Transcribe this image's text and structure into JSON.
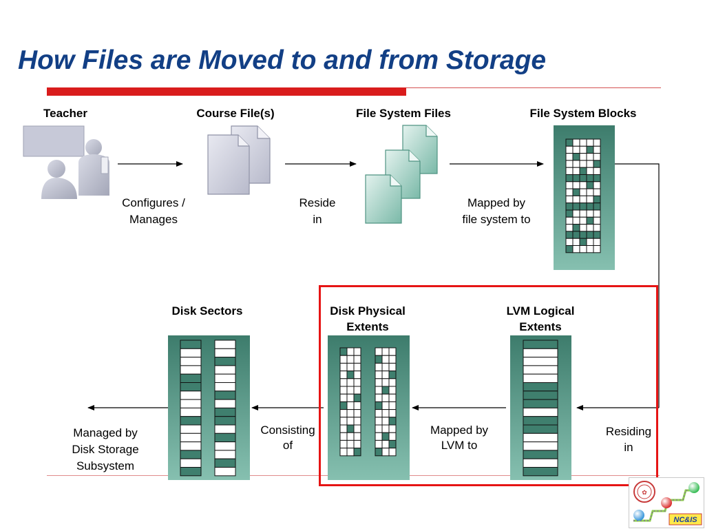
{
  "title": "How Files are Moved to and from Storage",
  "top_row": {
    "teacher": "Teacher",
    "course_files": "Course File(s)",
    "fs_files": "File System Files",
    "fs_blocks": "File System Blocks",
    "configures_l1": "Configures /",
    "configures_l2": "Manages",
    "reside_l1": "Reside",
    "reside_l2": "in",
    "mapped_fs_l1": "Mapped by",
    "mapped_fs_l2": "file system to"
  },
  "bottom_row": {
    "disk_sectors": "Disk Sectors",
    "dpe_l1": "Disk Physical",
    "dpe_l2": "Extents",
    "lvm_l1": "LVM Logical",
    "lvm_l2": "Extents",
    "managed_l1": "Managed by",
    "managed_l2": "Disk Storage",
    "managed_l3": "Subsystem",
    "consisting_l1": "Consisting",
    "consisting_l2": "of",
    "mapped_lvm_l1": "Mapped by",
    "mapped_lvm_l2": "LVM to",
    "residing_l1": "Residing",
    "residing_l2": "in"
  },
  "logo": {
    "text": "NC&IS"
  },
  "colors": {
    "title": "#123f85",
    "accent_red": "#d91c1c",
    "highlight_box": "#e61414",
    "storage_teal": "#5e9e8e",
    "cell_dark": "#3f7f6e"
  }
}
